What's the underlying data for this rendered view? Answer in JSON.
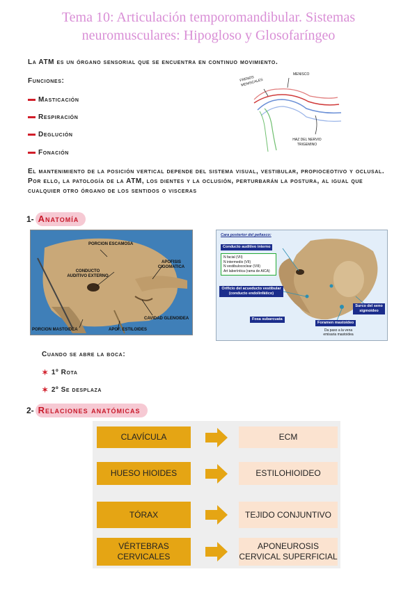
{
  "title_line1": "Tema 10: Articulación temporomandibular. Sistemas",
  "title_line2": "neuromusculares: Hipogloso y Glosofaríngeo",
  "intro": "La ATM es un órgano sensorial que se encuentra en continuo movimiento.",
  "funciones_label": "Funciones:",
  "funciones": [
    "Masticación",
    "Respiración",
    "Deglución",
    "Fonación"
  ],
  "sketch_labels": {
    "frenos": "FRENOS MENISCALES",
    "menisco": "MENISCO",
    "haz": "HAZ DEL NERVIO TRIGEMINO"
  },
  "paragraph": "El mantenimiento de la posición vertical depende del sistema visual, vestibular, propioceotivo y oclusal. Por ello, la patología de la ATM, los dientes y la oclusión, perturbarán la postura, al igual que cualquier otro órgano de los sentidos o visceras",
  "section1": {
    "number": "1-",
    "title": "Anatomía"
  },
  "left_image_labels": {
    "escamosa": "PORCION ESCAMOSA",
    "conducto": "CONDUCTO AUDITIVO EXTERNO",
    "apofisis_cig": "APOFISIS CIGOMATICA",
    "cavidad": "CAVIDAD GLENOIDEA",
    "mastoidea": "PORCION MASTOIDEA",
    "estiloides": "APOF. ESTILOIDES"
  },
  "right_image_labels": {
    "header": "Cara posterior del peñasco:",
    "conducto_interno": "Conducto auditivo interno",
    "list": [
      "N facial (VII)",
      "N intermedio (VII)",
      "N vestibulococlear (VIII)",
      "Art laberíntica (rama de AICA)"
    ],
    "orificio": "Orificio del acueducto vestibular (conducto endolinfático)",
    "fosa": "Fosa subarcuata",
    "foramen": "Foramen mastoideo",
    "foramen_note": "Da paso a la vena emisaria mastoidea",
    "surco": "Surco del seno sigmoideo"
  },
  "boca_label": "Cuando se abre la boca:",
  "boca_items": [
    "1º Rota",
    "2º Se desplaza"
  ],
  "section2": {
    "number": "2-",
    "title": "Relaciones anatómicas"
  },
  "relations": [
    {
      "left": "CLAVÍCULA",
      "right": "ECM"
    },
    {
      "left": "HUESO HIOIDES",
      "right": "ESTILOHIOIDEO"
    },
    {
      "left": "TÓRAX",
      "right": "TEJIDO CONJUNTIVO"
    },
    {
      "left": "VÉRTEBRAS CERVICALES",
      "right": "APONEUROSIS CERVICAL SUPERFICIAL"
    }
  ],
  "colors": {
    "title": "#d98fd6",
    "accent_red": "#d11e2a",
    "pill": "#f6c9d3",
    "orange_box": "#e5a514",
    "peach_box": "#fbe3d0",
    "blue_tag": "#1b2d8c"
  }
}
